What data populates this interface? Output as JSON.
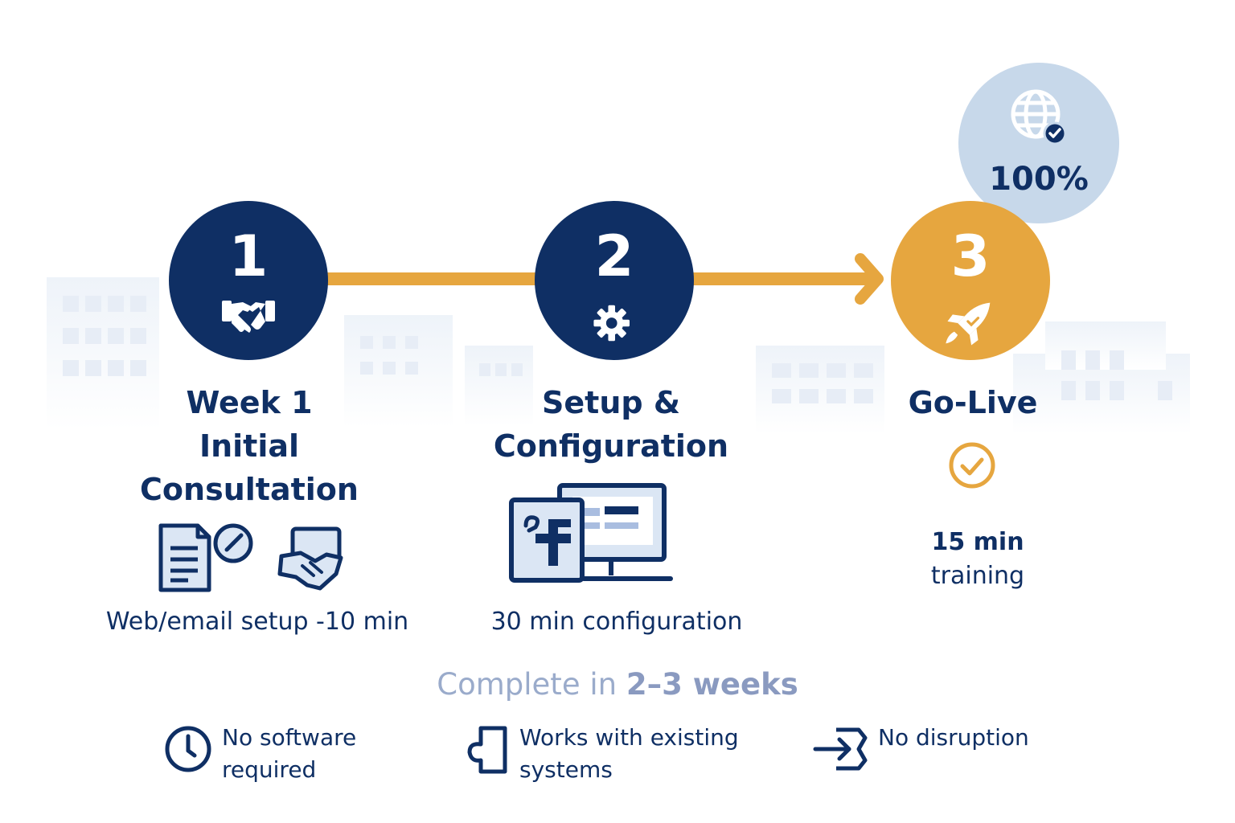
{
  "badge": {
    "value": "100%",
    "icon": "globe-check-icon",
    "color": "#c7d8ea"
  },
  "colors": {
    "navy": "#0f2f64",
    "gold": "#e6a63f",
    "light": "#e8eef7"
  },
  "steps": [
    {
      "number": "1",
      "title_lines": [
        "Week 1",
        "Initial",
        "Consultation"
      ],
      "icon": "handshake-icon",
      "caption": "Web/email setup -10 min"
    },
    {
      "number": "2",
      "title_lines": [
        "Setup &",
        "Configuration"
      ],
      "icon": "gear-icon",
      "caption": "30 min configuration"
    },
    {
      "number": "3",
      "title_lines": [
        "Go-Live"
      ],
      "icon": "rocket-icon",
      "caption_lines": [
        "15 min",
        "training"
      ]
    }
  ],
  "summary": {
    "prefix": "Complete in ",
    "emphasis": "2–3 weeks"
  },
  "features": [
    {
      "icon": "clock-icon",
      "lines": [
        "No software",
        "required"
      ]
    },
    {
      "icon": "puzzle-icon",
      "lines": [
        "Works with existing",
        "systems"
      ]
    },
    {
      "icon": "arrow-in-icon",
      "lines": [
        "No disruption"
      ]
    }
  ]
}
